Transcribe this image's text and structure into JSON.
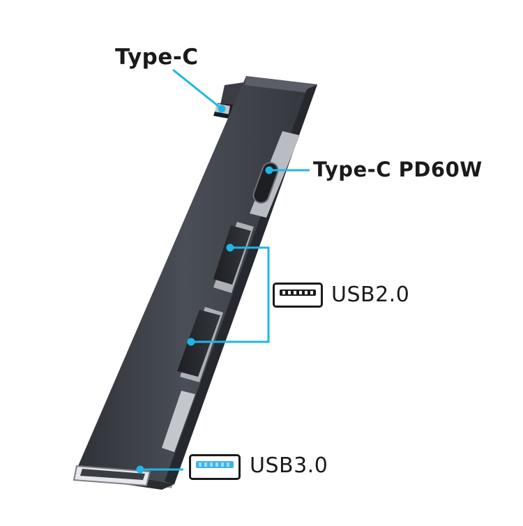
{
  "colors": {
    "accent_line": "#1fb6e6",
    "usb3_blue": "#3fb4ea",
    "hub_body": "#3e4148",
    "label_text": "#1a1a1a"
  },
  "labels": {
    "type_c": "Type-C",
    "type_c_pd": "Type-C PD60W",
    "usb2": "USB2.0",
    "usb3": "USB3.0"
  },
  "icons": {
    "usb2": "usb-2-port-icon",
    "usb3": "usb-3-port-icon"
  }
}
